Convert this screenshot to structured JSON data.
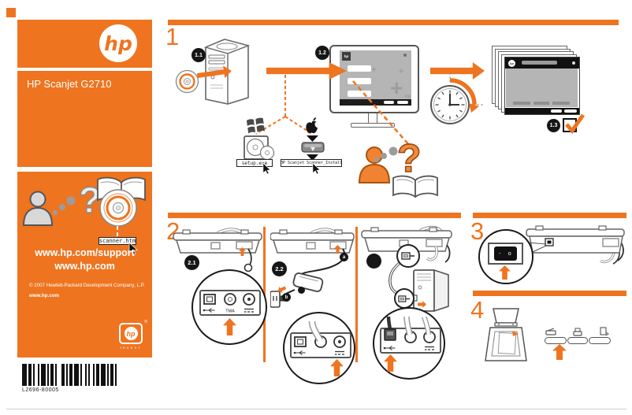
{
  "brand": {
    "logo_text": "hp",
    "tagline": "invent",
    "reg_mark": "®"
  },
  "colors": {
    "accent": "#EE7420",
    "screen_gray": "#B5B5B6"
  },
  "icons": {
    "question_mark": "?"
  },
  "sidebar": {
    "product_name": "HP Scanjet G2710",
    "cd_file_label": "scanner.htm",
    "support_url": "www.hp.com/support",
    "home_url": "www.hp.com",
    "copyright": "© 2007 Hewlett-Packard Development Company, L.P.",
    "footer_url": "www.hp.com",
    "part_number": "L2696-80005"
  },
  "step1": {
    "number": "1",
    "badge_insert_cd": "1.1",
    "badge_installer": "1.2",
    "badge_complete": "1.3",
    "windows_installer_file": "setup.exe",
    "mac_installer_file": "HP Scanjet Scanner_Install",
    "watermark_plus": "+",
    "watermark_hp": "hp"
  },
  "step2": {
    "number": "2",
    "badge_tma": "2.1",
    "badge_power": "2.2",
    "tma_port_label": "TMA",
    "callout_a": "a",
    "callout_b": "b"
  },
  "step3": {
    "number": "3",
    "switch_marks": "- o"
  },
  "step4": {
    "number": "4"
  }
}
